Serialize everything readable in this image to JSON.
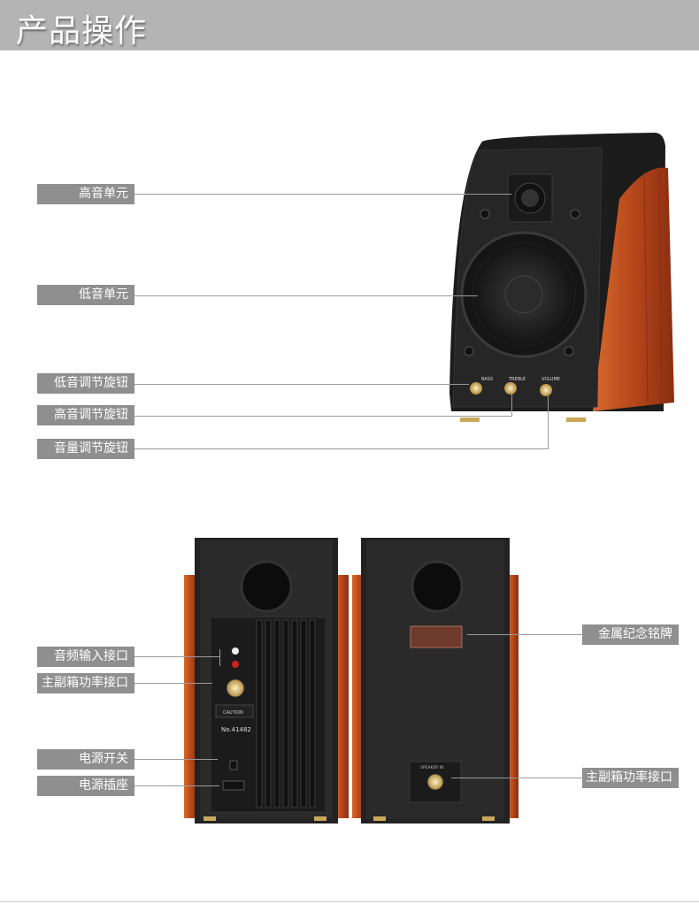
{
  "header": {
    "title": "产品操作"
  },
  "front": {
    "labels": [
      "高音单元",
      "低音单元",
      "低音调节旋钮",
      "高音调节旋钮",
      "音量调节旋钮"
    ],
    "knobs": [
      "BASS",
      "TREBLE",
      "VOLUME"
    ]
  },
  "rear": {
    "left_labels": [
      "音频输入接口",
      "主副箱功率接口",
      "电源开关",
      "电源插座"
    ],
    "right_labels": [
      "金属纪念铭牌",
      "主副箱功率接口"
    ],
    "panel_text": {
      "caution": "CAUTION",
      "serial": "No.41482",
      "speaker_in": "SPEAKER IN"
    }
  },
  "colors": {
    "header_bg": "#b4b4b4",
    "label_bg": "#8f8f8f",
    "wood": "#b5471c",
    "cabinet": "#1e1e1e"
  }
}
